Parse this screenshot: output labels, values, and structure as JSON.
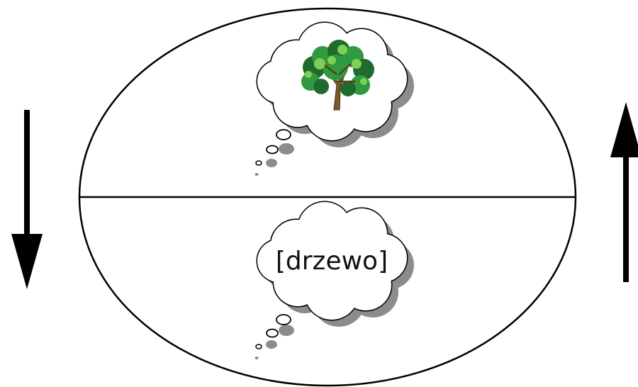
{
  "diagram": {
    "lower_bubble_text": "[drzewo]",
    "upper_bubble_image": "tree-icon",
    "left_arrow_direction": "down",
    "right_arrow_direction": "up"
  },
  "colors": {
    "line": "#000000",
    "cloud_fill": "#ffffff",
    "cloud_shadow": "#8c8c8c",
    "foliage_dark": "#1f6b2e",
    "foliage_mid": "#2f9a3f",
    "foliage_light": "#7fcf55",
    "trunk": "#7a5a2a"
  }
}
